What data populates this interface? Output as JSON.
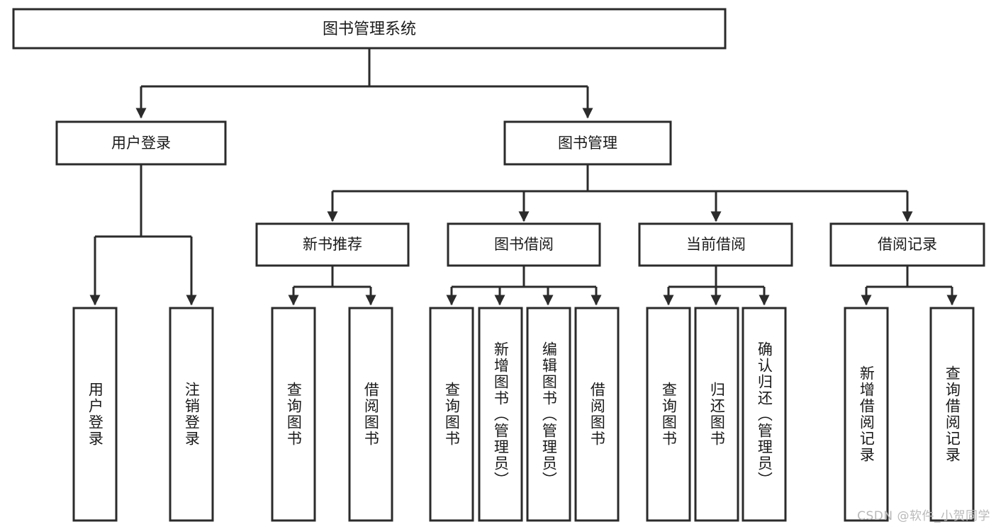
{
  "diagram": {
    "type": "tree",
    "title": "图书管理系统",
    "root": {
      "label": "图书管理系统"
    },
    "level1": [
      {
        "label": "用户登录"
      },
      {
        "label": "图书管理"
      }
    ],
    "level2": [
      {
        "label": "新书推荐"
      },
      {
        "label": "图书借阅"
      },
      {
        "label": "当前借阅"
      },
      {
        "label": "借阅记录"
      }
    ],
    "leaves": {
      "user_login": [
        {
          "label": "用户登录"
        },
        {
          "label": "注销登录"
        }
      ],
      "new_book": [
        {
          "label": "查询图书"
        },
        {
          "label": "借阅图书"
        }
      ],
      "borrow_book": [
        {
          "label": "查询图书"
        },
        {
          "label": "新增图书（管理员）"
        },
        {
          "label": "编辑图书（管理员）"
        },
        {
          "label": "借阅图书"
        }
      ],
      "current_borrow": [
        {
          "label": "查询图书"
        },
        {
          "label": "归还图书"
        },
        {
          "label": "确认归还（管理员）"
        }
      ],
      "borrow_record": [
        {
          "label": "新增借阅记录"
        },
        {
          "label": "查询借阅记录"
        }
      ]
    }
  },
  "watermark": {
    "text": "CSDN @软件_小贺同学"
  },
  "colors": {
    "stroke": "#2b2b2b",
    "box_fill": "#ffffff",
    "text": "#1a1a1a",
    "background": "#ffffff",
    "watermark": "#b9b9b9"
  }
}
